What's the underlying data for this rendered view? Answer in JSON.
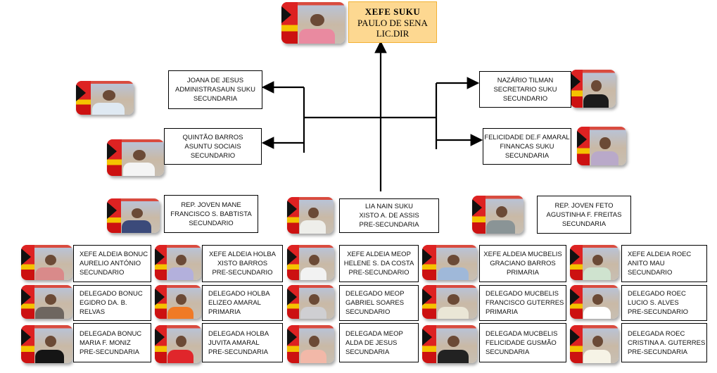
{
  "head": {
    "title": "XEFE SUKU",
    "name": "PAULO DE SENA",
    "degree": "LIC.DIR",
    "shirt": "#e98aa0"
  },
  "staff": [
    {
      "id": "joana",
      "lines": [
        "JOANA DE JESUS",
        "ADMINISTRASAUN SUKU",
        "SECUNDARIA"
      ],
      "shirt": "#dfe9f2"
    },
    {
      "id": "quintao",
      "lines": [
        "QUINTÃO BARROS",
        "ASUNTU SOCIAIS",
        "SECUNDARIO"
      ],
      "shirt": "#f4f4f4"
    },
    {
      "id": "nazario",
      "lines": [
        "NAZÁRIO TILMAN",
        "SECRETARIO SUKU",
        "SECUNDARIO"
      ],
      "shirt": "#1b1b1b"
    },
    {
      "id": "felicidade",
      "lines": [
        "FELICIDADE DE.F AMARAL",
        "FINANCAS SUKU",
        "SECUNDARIA"
      ],
      "shirt": "#b9a9c9"
    }
  ],
  "representatives": [
    {
      "id": "rep-joven-mane",
      "lines": [
        "REP. JOVEN MANE",
        "FRANCISCO S. BABTISTA",
        "SECUNDARIO"
      ],
      "shirt": "#3b4a7a"
    },
    {
      "id": "lia-nain",
      "lines": [
        "LIA NAIN SUKU",
        "XISTO A. DE ASSIS",
        "PRE-SECUNDARIA"
      ],
      "shirt": "#eeeeea"
    },
    {
      "id": "rep-joven-feto",
      "lines": [
        "REP. JOVEN FETO",
        "AGUSTINHA F. FREITAS",
        "SECUNDARIA"
      ],
      "shirt": "#8a9496"
    }
  ],
  "aldeias": [
    {
      "name": "BONUC",
      "members": [
        {
          "lines": [
            "XEFE ALDEIA BONUC",
            "AURELIO ANTÓNIO",
            "SECUNDARIO"
          ],
          "shirt": "#d98a8a"
        },
        {
          "lines": [
            "DELEGADO BONUC",
            "EGIDRO DA. B.",
            "RELVAS"
          ],
          "shirt": "#6e6660"
        },
        {
          "lines": [
            "DELEGADA BONUC",
            "MARIA F. MONIZ",
            "PRE-SECUNDARIA"
          ],
          "shirt": "#151515"
        }
      ]
    },
    {
      "name": "HOLBA",
      "members": [
        {
          "lines": [
            "XEFE ALDEIA HOLBA",
            "XISTO BARROS",
            "PRE-SECUNDARIO"
          ],
          "shirt": "#b3b0dc"
        },
        {
          "lines": [
            "DELEGADO HOLBA",
            "ELIZEO AMARAL",
            "PRIMARIA"
          ],
          "shirt": "#f07a25"
        },
        {
          "lines": [
            "DELEGADA HOLBA",
            "JUVITA AMARAL",
            "PRE-SECUNDARIA"
          ],
          "shirt": "#e0262b"
        }
      ]
    },
    {
      "name": "MEOP",
      "members": [
        {
          "lines": [
            "XEFE ALDEIA MEOP",
            "HELENE S. DA COSTA",
            "PRE-SECUNDARIO"
          ],
          "shirt": "#f2f2f2"
        },
        {
          "lines": [
            "DELEGADO MEOP",
            "GABRIEL SOARES",
            "SECUNDARIO"
          ],
          "shirt": "#cfcfd2"
        },
        {
          "lines": [
            "DELEGADA MEOP",
            "ALDA DE JESUS",
            "SECUNDARIA"
          ],
          "shirt": "#f2b8a8"
        }
      ]
    },
    {
      "name": "MUCBELIS",
      "members": [
        {
          "lines": [
            "XEFE ALDEIA MUCBELIS",
            "GRACIANO BARROS",
            "PRIMARIA"
          ],
          "shirt": "#9fb8d9"
        },
        {
          "lines": [
            "DELEGADO MUCBELIS",
            "FRANCISCO GUTERRES",
            "PRIMARIA"
          ],
          "shirt": "#eae6d6"
        },
        {
          "lines": [
            "DELEGADA MUCBELIS",
            "FELICIDADE GUSMÃO",
            "SECUNDARIA"
          ],
          "shirt": "#222222"
        }
      ]
    },
    {
      "name": "ROEC",
      "members": [
        {
          "lines": [
            "XEFE ALDEIA ROEC",
            "ANITO MAU",
            "SECUNDARIO"
          ],
          "shirt": "#cfe3cf"
        },
        {
          "lines": [
            "DELEGADO ROEC",
            "LUCIO S. ALVES",
            "PRE-SECUNDARIO"
          ],
          "shirt": "#ffffff"
        },
        {
          "lines": [
            "DELEGADA ROEC",
            "CRISTINA A. GUTERRES",
            "PRE-SECUNDARIA"
          ],
          "shirt": "#f6f3e6"
        }
      ]
    }
  ]
}
